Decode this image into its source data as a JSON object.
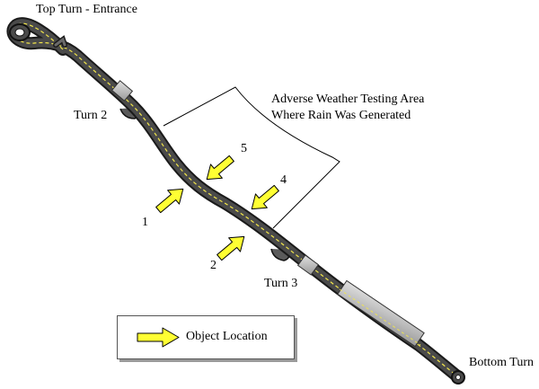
{
  "labels": {
    "top_turn": "Top Turn - Entrance",
    "turn2": "Turn 2",
    "turn3": "Turn 3",
    "bottom_turn": "Bottom Turn",
    "weather_line1": "Adverse Weather Testing Area",
    "weather_line2": "Where Rain Was Generated"
  },
  "markers": {
    "m1": "1",
    "m2": "2",
    "m4": "4",
    "m5": "5"
  },
  "legend": {
    "label": "Object Location"
  },
  "colors": {
    "road": "#4a4a4a",
    "road_edge": "#1a1a1a",
    "center_line": "#f2e64a",
    "arrow_fill": "#ffff33",
    "arrow_stroke": "#000000",
    "marker_fill": "#c8c8c8"
  }
}
